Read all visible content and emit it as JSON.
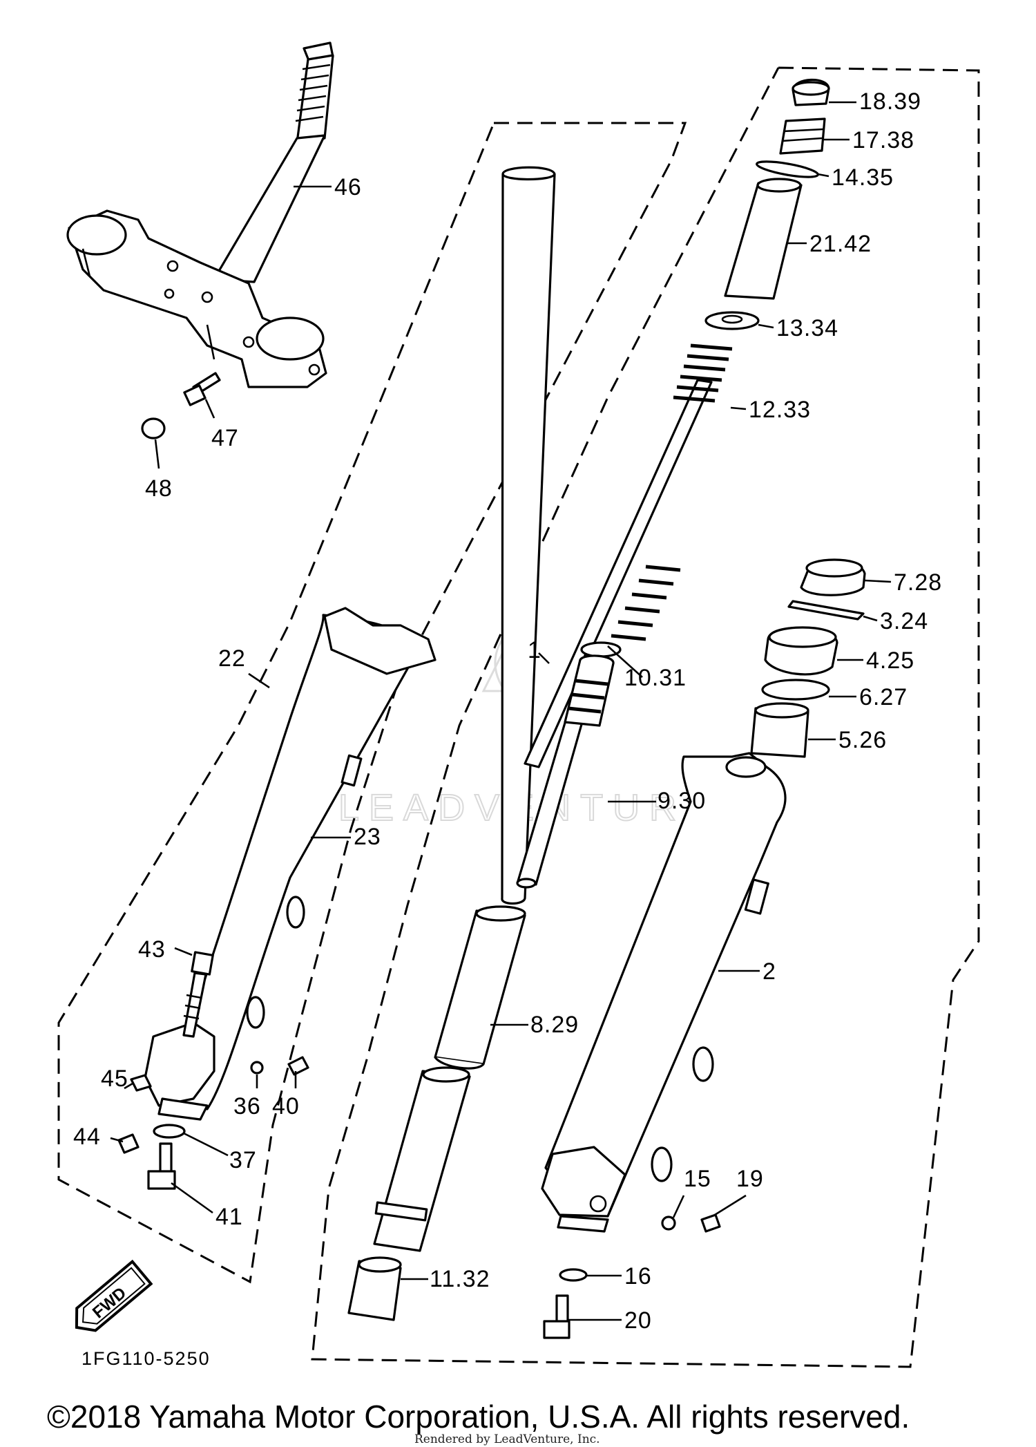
{
  "diagram": {
    "drawing_code": "1FG110-5250",
    "fwd_badge": "FWD",
    "watermark": "LEADVENTURE",
    "copyright": "©2018 Yamaha Motor Corporation, U.S.A. All rights reserved.",
    "rendered_by": "Rendered by LeadVenture, Inc.",
    "callouts": [
      {
        "id": "c46",
        "text": "46"
      },
      {
        "id": "c47",
        "text": "47"
      },
      {
        "id": "c48",
        "text": "48"
      },
      {
        "id": "c22",
        "text": "22"
      },
      {
        "id": "c23",
        "text": "23"
      },
      {
        "id": "c43",
        "text": "43"
      },
      {
        "id": "c45",
        "text": "45"
      },
      {
        "id": "c44",
        "text": "44"
      },
      {
        "id": "c36",
        "text": "36"
      },
      {
        "id": "c40",
        "text": "40"
      },
      {
        "id": "c37",
        "text": "37"
      },
      {
        "id": "c41",
        "text": "41"
      },
      {
        "id": "c1",
        "text": "1"
      },
      {
        "id": "c10",
        "text": "10.31"
      },
      {
        "id": "c9",
        "text": "9.30"
      },
      {
        "id": "c8",
        "text": "8.29"
      },
      {
        "id": "c11",
        "text": "11.32"
      },
      {
        "id": "c18",
        "text": "18.39"
      },
      {
        "id": "c17",
        "text": "17.38"
      },
      {
        "id": "c14",
        "text": "14.35"
      },
      {
        "id": "c21",
        "text": "21.42"
      },
      {
        "id": "c13",
        "text": "13.34"
      },
      {
        "id": "c12",
        "text": "12.33"
      },
      {
        "id": "c7",
        "text": "7.28"
      },
      {
        "id": "c3",
        "text": "3.24"
      },
      {
        "id": "c4",
        "text": "4.25"
      },
      {
        "id": "c6",
        "text": "6.27"
      },
      {
        "id": "c5",
        "text": "5.26"
      },
      {
        "id": "c2",
        "text": "2"
      },
      {
        "id": "c15",
        "text": "15"
      },
      {
        "id": "c19",
        "text": "19"
      },
      {
        "id": "c16",
        "text": "16"
      },
      {
        "id": "c20",
        "text": "20"
      }
    ]
  }
}
